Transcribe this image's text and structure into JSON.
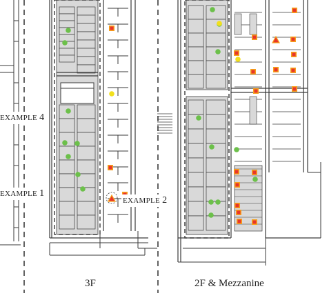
{
  "floors": {
    "left": {
      "label": "3F"
    },
    "right": {
      "label": "2F & Mezzanine"
    }
  },
  "examples": [
    {
      "text": "EXAMPLE",
      "number": "4"
    },
    {
      "text": "EXAMPLE",
      "number": "1"
    },
    {
      "text": "EXAMPLE",
      "number": "2"
    }
  ],
  "colors": {
    "room_fill": "#d9d9d9",
    "line": "#3a3a3a",
    "green_marker": "#6cc04a",
    "yellow_marker": "#f2e01c",
    "red_marker": "#e8352a",
    "orange_marker": "#f7a21b"
  },
  "marker_legend_icons": [
    "green-dot-icon",
    "yellow-dot-icon",
    "red-square-icon",
    "warning-triangle-icon"
  ]
}
